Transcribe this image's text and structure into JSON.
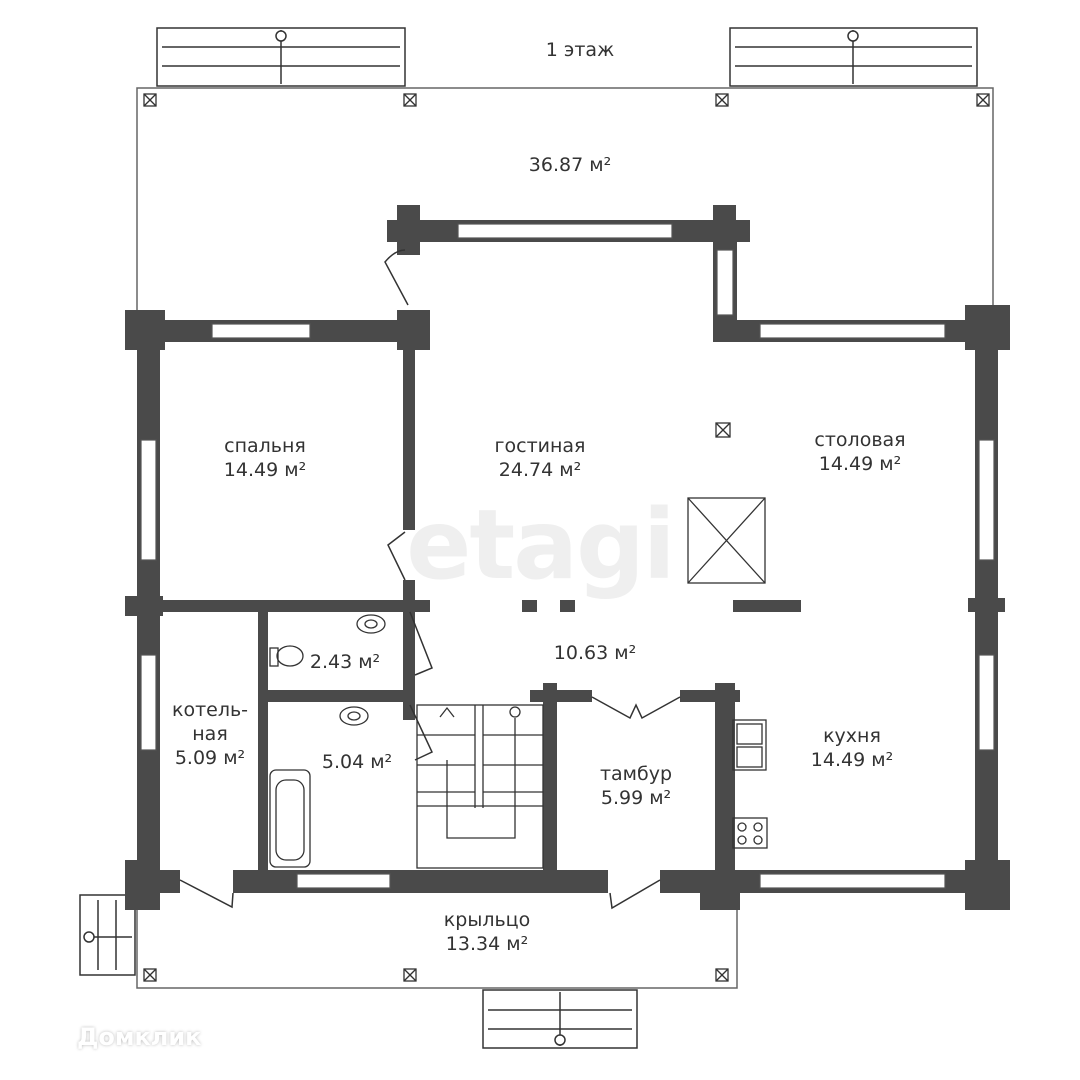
{
  "title": "1 этаж",
  "rooms": [
    {
      "name": "",
      "area": "36.87 м²"
    },
    {
      "name": "спальня",
      "area": "14.49 м²"
    },
    {
      "name": "гостиная",
      "area": "24.74 м²"
    },
    {
      "name": "столовая",
      "area": "14.49 м²"
    },
    {
      "name": "",
      "area": "10.63 м²"
    },
    {
      "name": "",
      "area": "2.43 м²"
    },
    {
      "name": "котель-\nная",
      "area": "5.09 м²"
    },
    {
      "name": "",
      "area": "5.04 м²"
    },
    {
      "name": "тамбур",
      "area": "5.99 м²"
    },
    {
      "name": "кухня",
      "area": "14.49 м²"
    },
    {
      "name": "крыльцо",
      "area": "13.34 м²"
    }
  ],
  "watermarks": {
    "etagi": "etagi",
    "domclick": "Домклик"
  },
  "colors": {
    "wall": "#4a4a4a",
    "line": "#333333"
  }
}
